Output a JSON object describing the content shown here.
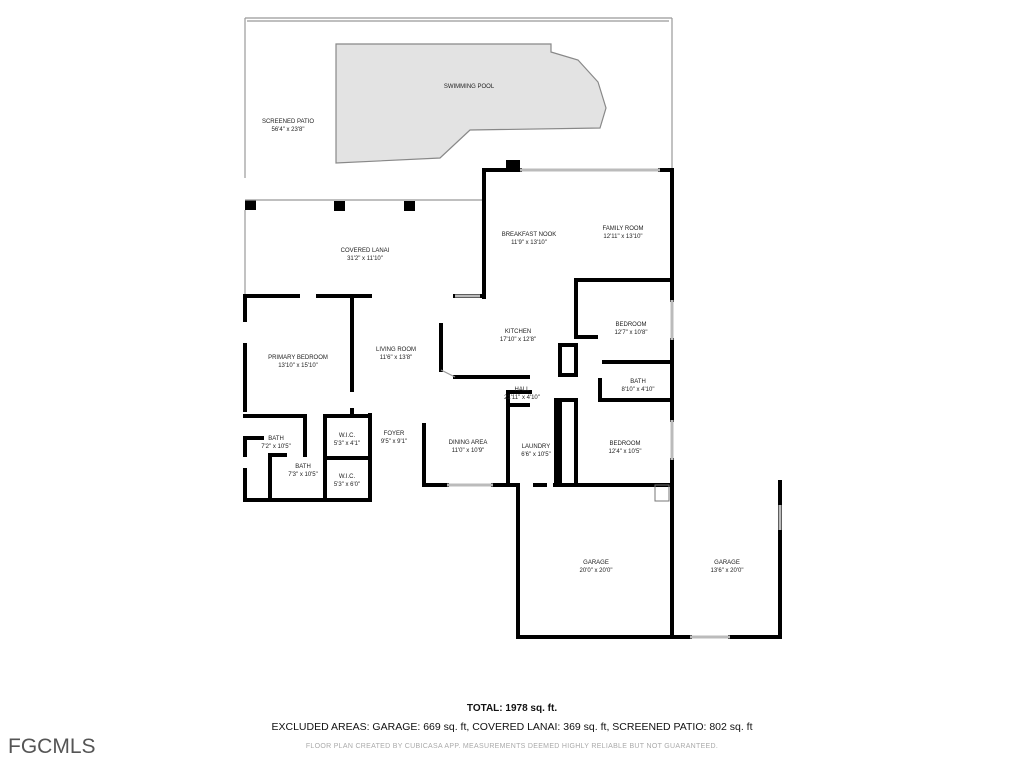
{
  "rooms": [
    {
      "name": "SWIMMING POOL",
      "dims": ""
    },
    {
      "name": "SCREENED PATIO",
      "dims": "56'4\" x 23'8\""
    },
    {
      "name": "COVERED LANAI",
      "dims": "31'2\" x 11'10\""
    },
    {
      "name": "BREAKFAST NOOK",
      "dims": "11'9\" x 13'10\""
    },
    {
      "name": "FAMILY ROOM",
      "dims": "12'11\" x 13'10\""
    },
    {
      "name": "PRIMARY BEDROOM",
      "dims": "13'10\" x 15'10\""
    },
    {
      "name": "LIVING ROOM",
      "dims": "11'6\" x 13'8\""
    },
    {
      "name": "KITCHEN",
      "dims": "17'10\" x 12'8\""
    },
    {
      "name": "BEDROOM",
      "dims": "12'7\" x 10'8\""
    },
    {
      "name": "BATH",
      "dims": "8'10\" x 4'10\""
    },
    {
      "name": "HALL",
      "dims": "21'11\" x 4'10\""
    },
    {
      "name": "BEDROOM",
      "dims": "12'4\" x 10'5\""
    },
    {
      "name": "LAUNDRY",
      "dims": "6'6\" x 10'5\""
    },
    {
      "name": "DINING AREA",
      "dims": "11'0\" x 10'9\""
    },
    {
      "name": "FOYER",
      "dims": "9'5\" x 9'1\""
    },
    {
      "name": "W.I.C.",
      "dims": "5'3\" x 4'1\""
    },
    {
      "name": "W.I.C.",
      "dims": "5'3\" x 6'0\""
    },
    {
      "name": "BATH",
      "dims": "7'2\" x 10'5\""
    },
    {
      "name": "BATH",
      "dims": "7'3\" x 10'5\""
    },
    {
      "name": "GARAGE",
      "dims": "20'0\" x 20'0\""
    },
    {
      "name": "GARAGE",
      "dims": "13'6\" x 20'0\""
    }
  ],
  "summary": {
    "total": "TOTAL: 1978 sq. ft.",
    "excluded": "EXCLUDED AREAS: GARAGE: 669 sq. ft, COVERED LANAI: 369 sq. ft, SCREENED PATIO: 802 sq. ft",
    "disclaimer": "FLOOR PLAN CREATED BY CUBICASA APP. MEASUREMENTS DEEMED HIGHLY RELIABLE BUT NOT GUARANTEED."
  },
  "watermark": "FGCMLS",
  "colors": {
    "wall": "#000000",
    "pool": "#e3e3e3"
  }
}
